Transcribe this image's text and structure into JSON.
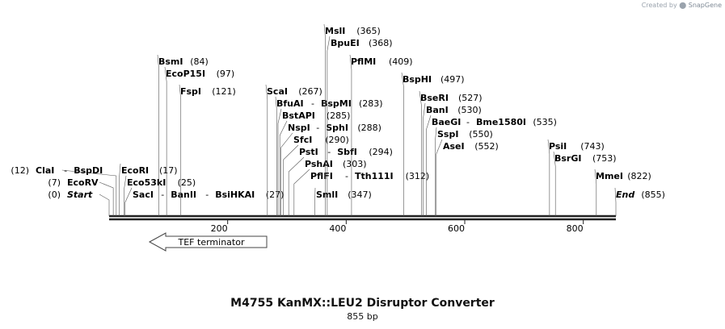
{
  "credit": {
    "prefix": "Created by",
    "brand": "SnapGene"
  },
  "title": "M4755 KanMX::LEU2 Disruptor Converter",
  "length_label": "855 bp",
  "sequence_length": 855,
  "ruler_ticks": [
    {
      "pos": 200,
      "label": "200"
    },
    {
      "pos": 400,
      "label": "400"
    },
    {
      "pos": 600,
      "label": "600"
    },
    {
      "pos": 800,
      "label": "800"
    }
  ],
  "feature": {
    "label": "TEF terminator",
    "start": 70,
    "end": 267,
    "direction": "reverse"
  },
  "sites": [
    {
      "names": [
        "Start"
      ],
      "pos_label": "(0)",
      "pos": 0,
      "side": "left",
      "italic": true
    },
    {
      "names": [
        "EcoRV"
      ],
      "pos_label": "(7)",
      "pos": 7,
      "side": "left"
    },
    {
      "names": [
        "ClaI",
        "BspDI"
      ],
      "pos_label": "(12)",
      "pos": 12,
      "side": "left"
    },
    {
      "names": [
        "EcoRI"
      ],
      "pos_label": "(17)",
      "pos": 17,
      "side": "right"
    },
    {
      "names": [
        "Eco53kI"
      ],
      "pos_label": "(25)",
      "pos": 25,
      "side": "right"
    },
    {
      "names": [
        "SacI",
        "BanII",
        "BsiHKAI"
      ],
      "pos_label": "(27)",
      "pos": 27,
      "side": "right"
    },
    {
      "names": [
        "BsmI"
      ],
      "pos_label": "(84)",
      "pos": 84,
      "side": "right"
    },
    {
      "names": [
        "EcoP15I"
      ],
      "pos_label": "(97)",
      "pos": 97,
      "side": "right"
    },
    {
      "names": [
        "FspI"
      ],
      "pos_label": "(121)",
      "pos": 121,
      "side": "right"
    },
    {
      "names": [
        "ScaI"
      ],
      "pos_label": "(267)",
      "pos": 267,
      "side": "right"
    },
    {
      "names": [
        "BfuAI",
        "BspMI"
      ],
      "pos_label": "(283)",
      "pos": 283,
      "side": "right"
    },
    {
      "names": [
        "BstAPI"
      ],
      "pos_label": "(285)",
      "pos": 285,
      "side": "right"
    },
    {
      "names": [
        "NspI",
        "SphI"
      ],
      "pos_label": "(288)",
      "pos": 288,
      "side": "right"
    },
    {
      "names": [
        "SfcI"
      ],
      "pos_label": "(290)",
      "pos": 290,
      "side": "right"
    },
    {
      "names": [
        "PstI",
        "SbfI"
      ],
      "pos_label": "(294)",
      "pos": 294,
      "side": "right"
    },
    {
      "names": [
        "PshAI"
      ],
      "pos_label": "(303)",
      "pos": 303,
      "side": "right"
    },
    {
      "names": [
        "PflFI",
        "Tth111I"
      ],
      "pos_label": "(312)",
      "pos": 312,
      "side": "right"
    },
    {
      "names": [
        "SmlI"
      ],
      "pos_label": "(347)",
      "pos": 347,
      "side": "right"
    },
    {
      "names": [
        "MslI"
      ],
      "pos_label": "(365)",
      "pos": 365,
      "side": "right"
    },
    {
      "names": [
        "BpuEI"
      ],
      "pos_label": "(368)",
      "pos": 368,
      "side": "right"
    },
    {
      "names": [
        "PflMI"
      ],
      "pos_label": "(409)",
      "pos": 409,
      "side": "right"
    },
    {
      "names": [
        "BspHI"
      ],
      "pos_label": "(497)",
      "pos": 497,
      "side": "right"
    },
    {
      "names": [
        "BseRI"
      ],
      "pos_label": "(527)",
      "pos": 527,
      "side": "right"
    },
    {
      "names": [
        "BanI"
      ],
      "pos_label": "(530)",
      "pos": 530,
      "side": "right"
    },
    {
      "names": [
        "BaeGI",
        "Bme1580I"
      ],
      "pos_label": "(535)",
      "pos": 535,
      "side": "right"
    },
    {
      "names": [
        "SspI"
      ],
      "pos_label": "(550)",
      "pos": 550,
      "side": "right"
    },
    {
      "names": [
        "AseI"
      ],
      "pos_label": "(552)",
      "pos": 552,
      "side": "right"
    },
    {
      "names": [
        "PsiI"
      ],
      "pos_label": "(743)",
      "pos": 743,
      "side": "right"
    },
    {
      "names": [
        "BsrGI"
      ],
      "pos_label": "(753)",
      "pos": 753,
      "side": "right"
    },
    {
      "names": [
        "MmeI"
      ],
      "pos_label": "(822)",
      "pos": 822,
      "side": "right"
    },
    {
      "names": [
        "End"
      ],
      "pos_label": "(855)",
      "pos": 855,
      "side": "right",
      "italic": true
    }
  ]
}
